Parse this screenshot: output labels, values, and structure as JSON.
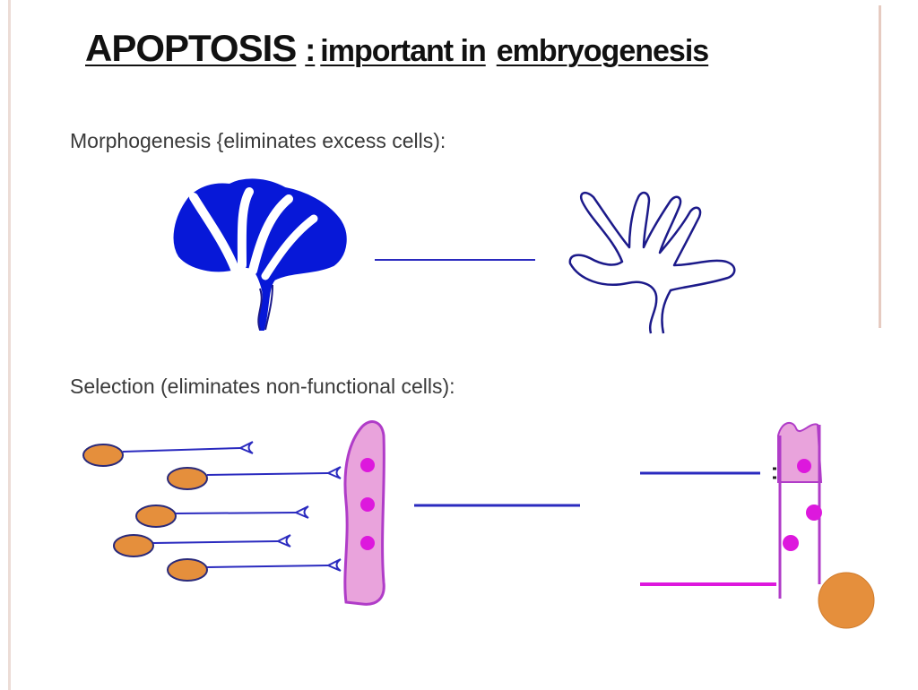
{
  "slide": {
    "title_main": "APOPTOSIS",
    "title_colon": ":",
    "title_sub1": "important in",
    "title_sub2": "embryogenesis",
    "caption_morphogenesis": "Morphogenesis {eliminates excess cells):",
    "caption_selection": "Selection (eliminates non-functional cells):"
  },
  "colors": {
    "limb_fill": "#0718d8",
    "outline": "#1c1a8a",
    "arrow_line": "#2a2abf",
    "neuron_body": "#e58f3c",
    "target_cell": "#e9a3dc",
    "target_outline": "#b03cc8",
    "nucleus": "#dd18dd",
    "dead_cell": "#e58f3c"
  },
  "icons": [
    "webbed-limb-icon",
    "digit-limb-icon",
    "neuron-icon",
    "target-cell-icon",
    "apoptotic-cell-icon"
  ]
}
